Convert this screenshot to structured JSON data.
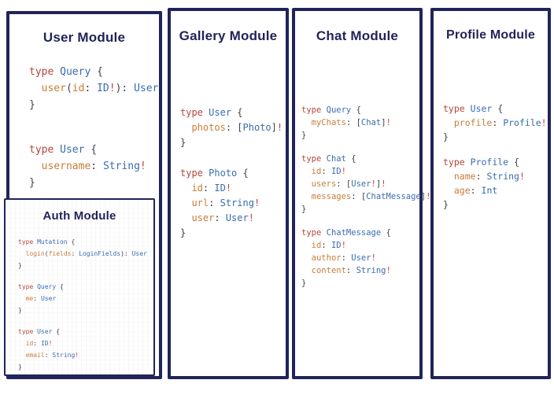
{
  "colors": {
    "navy": "#21245a",
    "kw": "#b5463b",
    "typ": "#3a6cb0",
    "fld": "#c87d38",
    "pun": "#3f4246",
    "bang": "#c3423b"
  },
  "modules": [
    {
      "id": "user",
      "title": "User Module",
      "blocks": [
        [
          [
            [
              "k",
              "type"
            ],
            [
              "w",
              " "
            ],
            [
              "t",
              "Query"
            ],
            [
              "w",
              " "
            ],
            [
              "p",
              "{"
            ]
          ],
          [
            [
              "w",
              "  "
            ],
            [
              "f",
              "user"
            ],
            [
              "p",
              "("
            ],
            [
              "f",
              "id"
            ],
            [
              "p",
              ":"
            ],
            [
              "w",
              " "
            ],
            [
              "t",
              "ID"
            ],
            [
              "b",
              "!"
            ],
            [
              "p",
              "):"
            ],
            [
              "w",
              " "
            ],
            [
              "t",
              "User"
            ]
          ],
          [
            [
              "p",
              "}"
            ]
          ]
        ],
        [
          [
            [
              "k",
              "type"
            ],
            [
              "w",
              " "
            ],
            [
              "t",
              "User"
            ],
            [
              "w",
              " "
            ],
            [
              "p",
              "{"
            ]
          ],
          [
            [
              "w",
              "  "
            ],
            [
              "f",
              "username"
            ],
            [
              "p",
              ":"
            ],
            [
              "w",
              " "
            ],
            [
              "t",
              "String"
            ],
            [
              "b",
              "!"
            ]
          ],
          [
            [
              "p",
              "}"
            ]
          ]
        ]
      ]
    },
    {
      "id": "auth",
      "title": "Auth Module",
      "blocks": [
        [
          [
            [
              "k",
              "type"
            ],
            [
              "w",
              " "
            ],
            [
              "t",
              "Mutation"
            ],
            [
              "w",
              " "
            ],
            [
              "p",
              "{"
            ]
          ],
          [
            [
              "w",
              "  "
            ],
            [
              "f",
              "login"
            ],
            [
              "p",
              "("
            ],
            [
              "f",
              "fields"
            ],
            [
              "p",
              ":"
            ],
            [
              "w",
              " "
            ],
            [
              "t",
              "LoginFields"
            ],
            [
              "p",
              "):"
            ],
            [
              "w",
              " "
            ],
            [
              "t",
              "User"
            ]
          ],
          [
            [
              "p",
              "}"
            ]
          ]
        ],
        [
          [
            [
              "k",
              "type"
            ],
            [
              "w",
              " "
            ],
            [
              "t",
              "Query"
            ],
            [
              "w",
              " "
            ],
            [
              "p",
              "{"
            ]
          ],
          [
            [
              "w",
              "  "
            ],
            [
              "f",
              "me"
            ],
            [
              "p",
              ":"
            ],
            [
              "w",
              " "
            ],
            [
              "t",
              "User"
            ]
          ],
          [
            [
              "p",
              "}"
            ]
          ]
        ],
        [
          [
            [
              "k",
              "type"
            ],
            [
              "w",
              " "
            ],
            [
              "t",
              "User"
            ],
            [
              "w",
              " "
            ],
            [
              "p",
              "{"
            ]
          ],
          [
            [
              "w",
              "  "
            ],
            [
              "f",
              "id"
            ],
            [
              "p",
              ":"
            ],
            [
              "w",
              " "
            ],
            [
              "t",
              "ID"
            ],
            [
              "b",
              "!"
            ]
          ],
          [
            [
              "w",
              "  "
            ],
            [
              "f",
              "email"
            ],
            [
              "p",
              ":"
            ],
            [
              "w",
              " "
            ],
            [
              "t",
              "String"
            ],
            [
              "b",
              "!"
            ]
          ],
          [
            [
              "p",
              "}"
            ]
          ]
        ]
      ]
    },
    {
      "id": "gallery",
      "title": "Gallery Module",
      "blocks": [
        [
          [
            [
              "k",
              "type"
            ],
            [
              "w",
              " "
            ],
            [
              "t",
              "User"
            ],
            [
              "w",
              " "
            ],
            [
              "p",
              "{"
            ]
          ],
          [
            [
              "w",
              "  "
            ],
            [
              "f",
              "photos"
            ],
            [
              "p",
              ":"
            ],
            [
              "w",
              " "
            ],
            [
              "p",
              "["
            ],
            [
              "t",
              "Photo"
            ],
            [
              "p",
              "]"
            ],
            [
              "b",
              "!"
            ]
          ],
          [
            [
              "p",
              "}"
            ]
          ]
        ],
        [
          [
            [
              "k",
              "type"
            ],
            [
              "w",
              " "
            ],
            [
              "t",
              "Photo"
            ],
            [
              "w",
              " "
            ],
            [
              "p",
              "{"
            ]
          ],
          [
            [
              "w",
              "  "
            ],
            [
              "f",
              "id"
            ],
            [
              "p",
              ":"
            ],
            [
              "w",
              " "
            ],
            [
              "t",
              "ID"
            ],
            [
              "b",
              "!"
            ]
          ],
          [
            [
              "w",
              "  "
            ],
            [
              "f",
              "url"
            ],
            [
              "p",
              ":"
            ],
            [
              "w",
              " "
            ],
            [
              "t",
              "String"
            ],
            [
              "b",
              "!"
            ]
          ],
          [
            [
              "w",
              "  "
            ],
            [
              "f",
              "user"
            ],
            [
              "p",
              ":"
            ],
            [
              "w",
              " "
            ],
            [
              "t",
              "User"
            ],
            [
              "b",
              "!"
            ]
          ],
          [
            [
              "p",
              "}"
            ]
          ]
        ]
      ]
    },
    {
      "id": "chat",
      "title": "Chat Module",
      "blocks": [
        [
          [
            [
              "k",
              "type"
            ],
            [
              "w",
              " "
            ],
            [
              "t",
              "Query"
            ],
            [
              "w",
              " "
            ],
            [
              "p",
              "{"
            ]
          ],
          [
            [
              "w",
              "  "
            ],
            [
              "f",
              "myChats"
            ],
            [
              "p",
              ":"
            ],
            [
              "w",
              " "
            ],
            [
              "p",
              "["
            ],
            [
              "t",
              "Chat"
            ],
            [
              "p",
              "]"
            ],
            [
              "b",
              "!"
            ]
          ],
          [
            [
              "p",
              "}"
            ]
          ]
        ],
        [
          [
            [
              "k",
              "type"
            ],
            [
              "w",
              " "
            ],
            [
              "t",
              "Chat"
            ],
            [
              "w",
              " "
            ],
            [
              "p",
              "{"
            ]
          ],
          [
            [
              "w",
              "  "
            ],
            [
              "f",
              "id"
            ],
            [
              "p",
              ":"
            ],
            [
              "w",
              " "
            ],
            [
              "t",
              "ID"
            ],
            [
              "b",
              "!"
            ]
          ],
          [
            [
              "w",
              "  "
            ],
            [
              "f",
              "users"
            ],
            [
              "p",
              ":"
            ],
            [
              "w",
              " "
            ],
            [
              "p",
              "["
            ],
            [
              "t",
              "User"
            ],
            [
              "b",
              "!"
            ],
            [
              "p",
              "]"
            ],
            [
              "b",
              "!"
            ]
          ],
          [
            [
              "w",
              "  "
            ],
            [
              "f",
              "messages"
            ],
            [
              "p",
              ":"
            ],
            [
              "w",
              " "
            ],
            [
              "p",
              "["
            ],
            [
              "t",
              "ChatMessage"
            ],
            [
              "p",
              "]"
            ],
            [
              "b",
              "!"
            ]
          ],
          [
            [
              "p",
              "}"
            ]
          ]
        ],
        [
          [
            [
              "k",
              "type"
            ],
            [
              "w",
              " "
            ],
            [
              "t",
              "ChatMessage"
            ],
            [
              "w",
              " "
            ],
            [
              "p",
              "{"
            ]
          ],
          [
            [
              "w",
              "  "
            ],
            [
              "f",
              "id"
            ],
            [
              "p",
              ":"
            ],
            [
              "w",
              " "
            ],
            [
              "t",
              "ID"
            ],
            [
              "b",
              "!"
            ]
          ],
          [
            [
              "w",
              "  "
            ],
            [
              "f",
              "author"
            ],
            [
              "p",
              ":"
            ],
            [
              "w",
              " "
            ],
            [
              "t",
              "User"
            ],
            [
              "b",
              "!"
            ]
          ],
          [
            [
              "w",
              "  "
            ],
            [
              "f",
              "content"
            ],
            [
              "p",
              ":"
            ],
            [
              "w",
              " "
            ],
            [
              "t",
              "String"
            ],
            [
              "b",
              "!"
            ]
          ],
          [
            [
              "p",
              "}"
            ]
          ]
        ]
      ]
    },
    {
      "id": "profile",
      "title": "Profile Module",
      "blocks": [
        [
          [
            [
              "k",
              "type"
            ],
            [
              "w",
              " "
            ],
            [
              "t",
              "User"
            ],
            [
              "w",
              " "
            ],
            [
              "p",
              "{"
            ]
          ],
          [
            [
              "w",
              "  "
            ],
            [
              "f",
              "profile"
            ],
            [
              "p",
              ":"
            ],
            [
              "w",
              " "
            ],
            [
              "t",
              "Profile"
            ],
            [
              "b",
              "!"
            ]
          ],
          [
            [
              "p",
              "}"
            ]
          ]
        ],
        [
          [
            [
              "k",
              "type"
            ],
            [
              "w",
              " "
            ],
            [
              "t",
              "Profile"
            ],
            [
              "w",
              " "
            ],
            [
              "p",
              "{"
            ]
          ],
          [
            [
              "w",
              "  "
            ],
            [
              "f",
              "name"
            ],
            [
              "p",
              ":"
            ],
            [
              "w",
              " "
            ],
            [
              "t",
              "String"
            ],
            [
              "b",
              "!"
            ]
          ],
          [
            [
              "w",
              "  "
            ],
            [
              "f",
              "age"
            ],
            [
              "p",
              ":"
            ],
            [
              "w",
              " "
            ],
            [
              "t",
              "Int"
            ]
          ],
          [
            [
              "p",
              "}"
            ]
          ]
        ]
      ]
    }
  ]
}
